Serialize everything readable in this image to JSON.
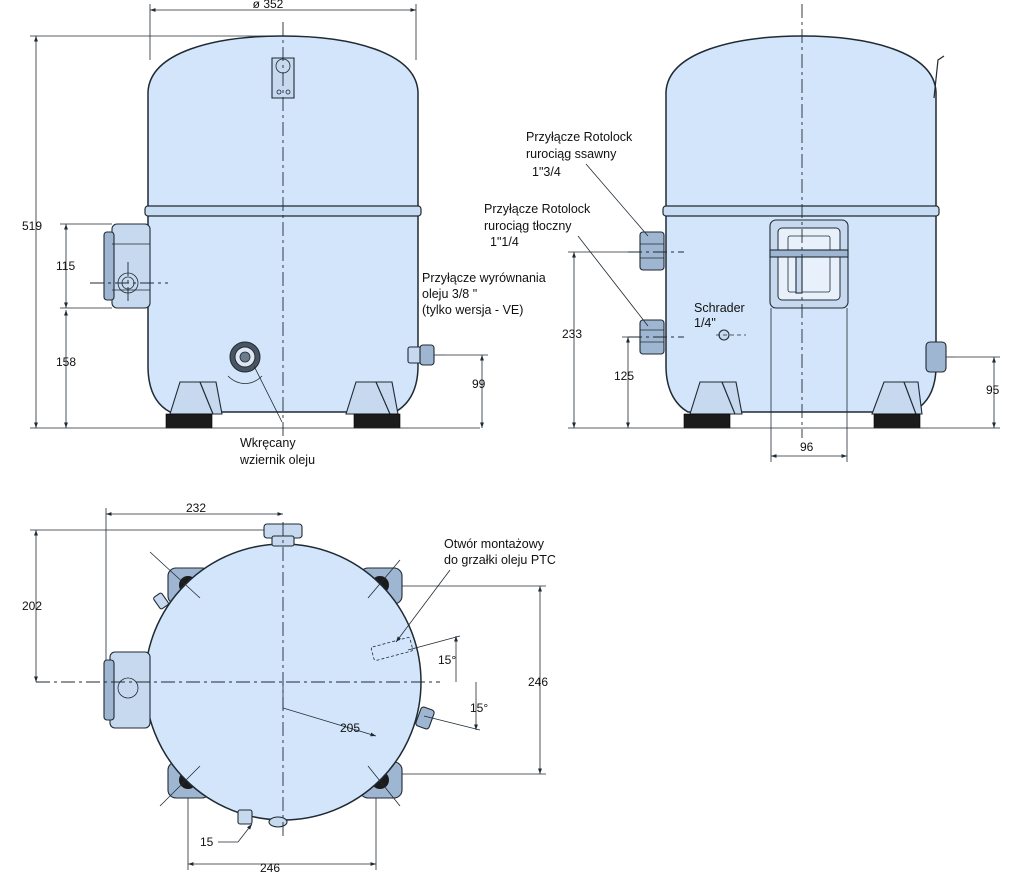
{
  "dimensions": {
    "d352": "ø 352",
    "d519": "519",
    "d115": "115",
    "d158": "158",
    "d99": "99",
    "d233": "233",
    "d125": "125",
    "d96": "96",
    "d95": "95",
    "d232": "232",
    "d202": "202",
    "d246v": "246",
    "d205": "205",
    "d15a": "15°",
    "d15b": "15°",
    "d15c": "15",
    "d246h": "246"
  },
  "labels": {
    "oil_equalization": [
      "Przyłącze wyrównania",
      "oleju  3/8 \"",
      "(tylko wersja - VE)"
    ],
    "sight_glass": [
      "Wkręcany",
      "wziernik oleju"
    ],
    "suction": [
      "Przyłącze Rotolock",
      "rurociąg ssawny",
      "1\"3/4"
    ],
    "discharge": [
      "Przyłącze Rotolock",
      "rurociąg tłoczny",
      "1\"1/4"
    ],
    "schrader": [
      "Schrader",
      "1/4\""
    ],
    "ptc_heater": [
      "Otwór montażowy",
      "do grzałki oleju PTC"
    ]
  }
}
